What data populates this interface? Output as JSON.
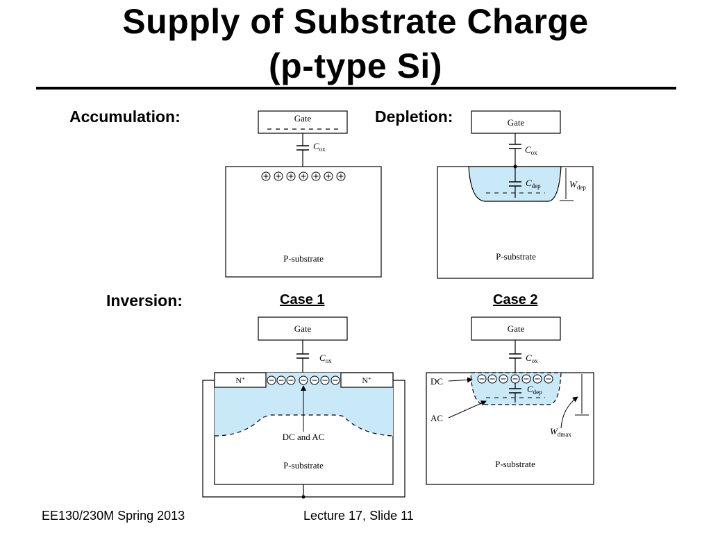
{
  "slide": {
    "title_line1": "Supply of Substrate Charge",
    "title_line2": "(p-type Si)"
  },
  "labels": {
    "accumulation": "Accumulation:",
    "depletion": "Depletion:",
    "inversion": "Inversion:",
    "case1": "Case 1",
    "case2": "Case 2"
  },
  "diagram": {
    "gate": "Gate",
    "cox": "C",
    "cox_sub": "ox",
    "cdep": "C",
    "cdep_sub": "dep",
    "wdep": "W",
    "wdep_sub": "dep",
    "wdmax": "W",
    "wdmax_sub": "dmax",
    "p_substrate": "P-substrate",
    "n_plus": "N",
    "n_plus_sup": "+",
    "dc_and_ac": "DC and AC",
    "dc": "DC",
    "ac": "AC",
    "colors": {
      "depletion_fill": "#c9e9f8",
      "line": "#000000"
    }
  },
  "footer": {
    "course": "EE130/230M Spring 2013",
    "lecture": "Lecture 17, Slide 11"
  }
}
